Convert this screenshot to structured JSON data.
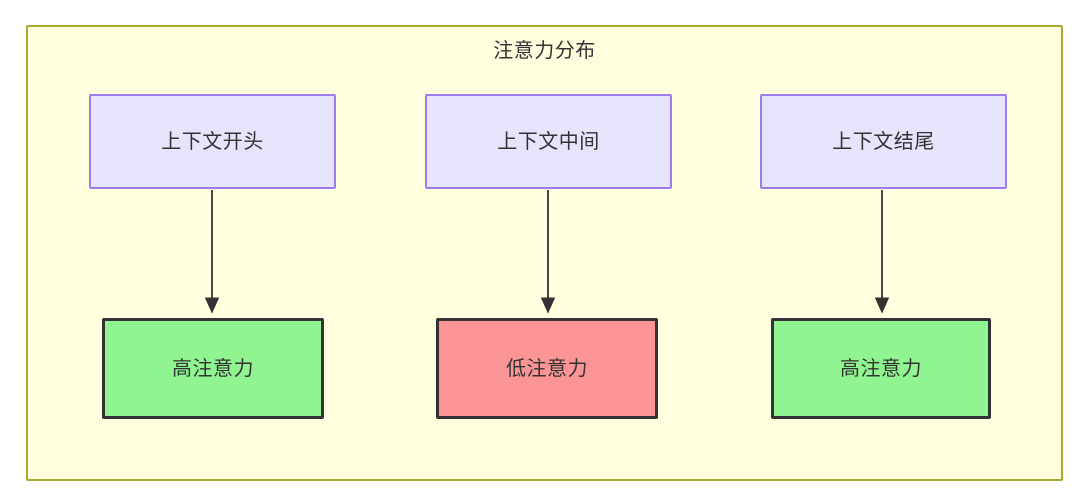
{
  "diagram": {
    "title": "注意力分布",
    "type": "flowchart",
    "container": {
      "fill": "#FFFFE0",
      "border": "#AAAA33"
    },
    "nodes": [
      {
        "id": "ctx-start",
        "label": "上下文开头",
        "row": "top",
        "column": 1,
        "fill": "#E6E4FB",
        "border": "#9F7AEA"
      },
      {
        "id": "ctx-middle",
        "label": "上下文中间",
        "row": "top",
        "column": 2,
        "fill": "#E6E4FB",
        "border": "#9F7AEA"
      },
      {
        "id": "ctx-end",
        "label": "上下文结尾",
        "row": "top",
        "column": 3,
        "fill": "#E6E4FB",
        "border": "#9F7AEA"
      },
      {
        "id": "attn-start",
        "label": "高注意力",
        "row": "bottom",
        "column": 1,
        "fill": "#90F591",
        "border": "#333333"
      },
      {
        "id": "attn-middle",
        "label": "低注意力",
        "row": "bottom",
        "column": 2,
        "fill": "#FB9595",
        "border": "#333333"
      },
      {
        "id": "attn-end",
        "label": "高注意力",
        "row": "bottom",
        "column": 3,
        "fill": "#90F591",
        "border": "#333333"
      }
    ],
    "edges": [
      {
        "from": "ctx-start",
        "to": "attn-start",
        "label": "",
        "arrow": "down"
      },
      {
        "from": "ctx-middle",
        "to": "attn-middle",
        "label": "",
        "arrow": "down"
      },
      {
        "from": "ctx-end",
        "to": "attn-end",
        "label": "",
        "arrow": "down"
      }
    ]
  }
}
